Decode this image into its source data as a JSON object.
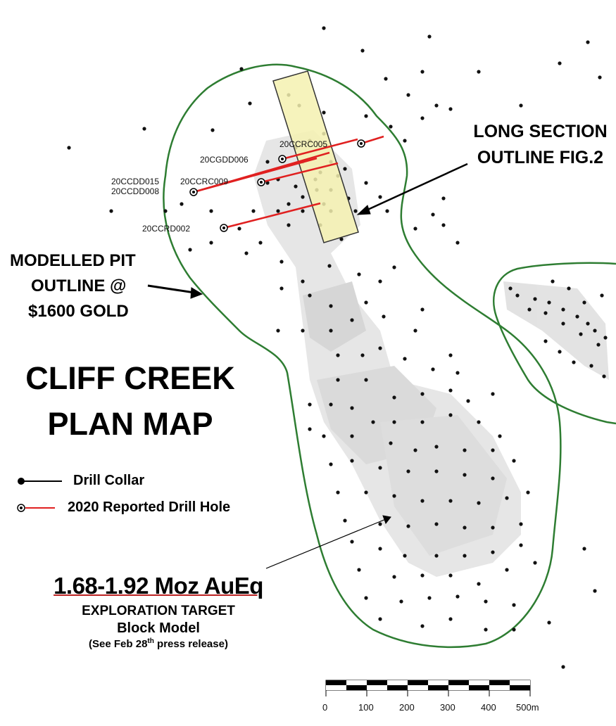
{
  "title": {
    "line1": "CLIFF CREEK",
    "line2": "PLAN MAP"
  },
  "labels": {
    "long_section": {
      "line1": "LONG SECTION",
      "line2": "OUTLINE FIG.2"
    },
    "pit_outline": {
      "line1": "MODELLED PIT",
      "line2": "OUTLINE @",
      "line3": "$1600 GOLD"
    },
    "target": {
      "line1": "1.68-1.92 Moz AuEq",
      "line2": "EXPLORATION TARGET",
      "line3": "Block Model",
      "line4_pre": "(See Feb 28",
      "line4_sup": "th",
      "line4_post": " press release)"
    }
  },
  "legend": {
    "collar": "Drill Collar",
    "reported": "2020 Reported Drill Hole"
  },
  "drill_holes": [
    {
      "id": "20CGDD006",
      "label": "20CGDD006"
    },
    {
      "id": "20CCRC005",
      "label": "20CCRC005"
    },
    {
      "id": "20CCDD015",
      "label": "20CCDD015"
    },
    {
      "id": "20CCRC009",
      "label": "20CCRC009"
    },
    {
      "id": "20CCDD008",
      "label": "20CCDD008"
    },
    {
      "id": "20CCRD002",
      "label": "20CCRD002"
    }
  ],
  "scale_bar": {
    "ticks": [
      "0",
      "100",
      "200",
      "300",
      "400",
      "500m"
    ]
  },
  "colors": {
    "pit_outline": "#2e7d32",
    "drill_trace": "#e02020",
    "section_box_fill": "#f4f1b0",
    "section_box_stroke": "#333333",
    "block_model": "#d9d9d9"
  }
}
